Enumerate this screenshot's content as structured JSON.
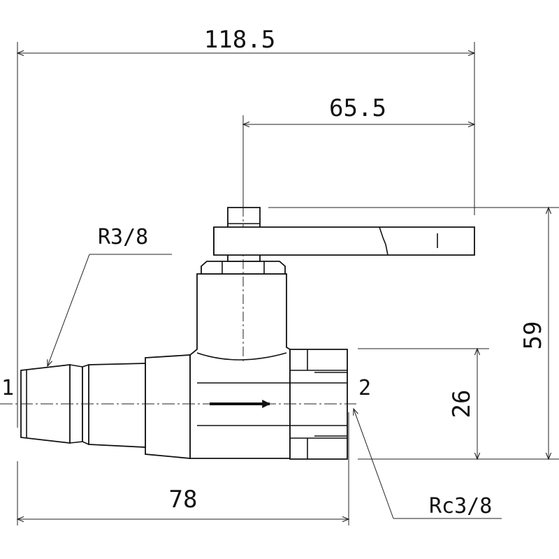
{
  "dimensions": {
    "overall_width": "118.5",
    "handle_length": "65.5",
    "overall_height": "59",
    "center_height": "26",
    "body_length": "78"
  },
  "threads": {
    "inlet": "R3/8",
    "outlet": "Rc3/8"
  },
  "ports": {
    "inlet": "1",
    "outlet": "2"
  }
}
